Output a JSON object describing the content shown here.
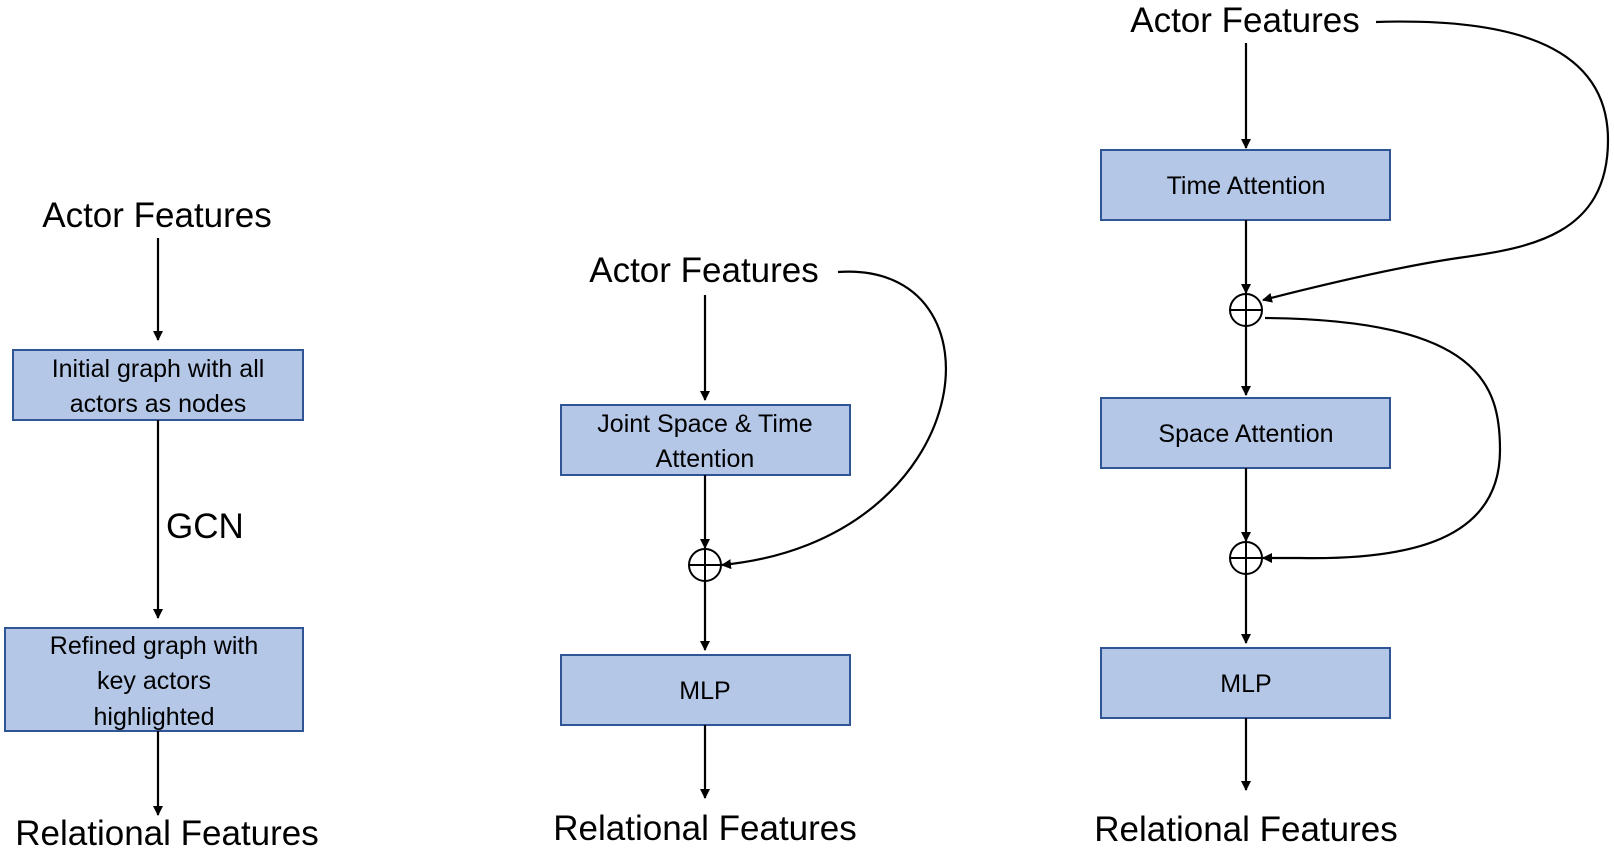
{
  "panel_a": {
    "input": "Actor Features",
    "box1": [
      "Initial graph with all",
      "actors as nodes"
    ],
    "edge_label": "GCN",
    "box2": [
      "Refined graph with",
      "key actors",
      "highlighted"
    ],
    "output": "Relational Features"
  },
  "panel_b": {
    "input": "Actor Features",
    "box1": [
      "Joint Space & Time",
      "Attention"
    ],
    "box2": "MLP",
    "output": "Relational Features"
  },
  "panel_c": {
    "input": "Actor Features",
    "box1": "Time Attention",
    "box2": "Space Attention",
    "box3": "MLP",
    "output": "Relational Features"
  }
}
